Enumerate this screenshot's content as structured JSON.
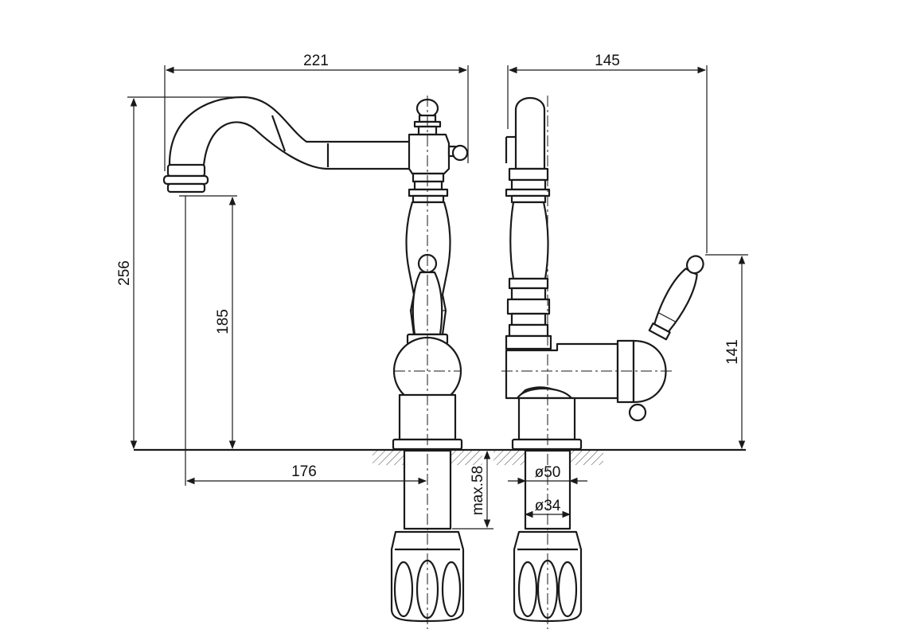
{
  "dimensions": {
    "spout_reach": "221",
    "side_depth": "145",
    "total_height": "256",
    "spout_height": "185",
    "handle_height": "141",
    "hole_offset": "176",
    "max_thickness": "max.58",
    "base_diameter": "ø50",
    "hole_diameter": "ø34"
  },
  "colors": {
    "line": "#1a1a1a",
    "background": "#ffffff"
  },
  "icons": {
    "hatch": "countertop-hatching",
    "arrow": "dimension-arrow"
  }
}
